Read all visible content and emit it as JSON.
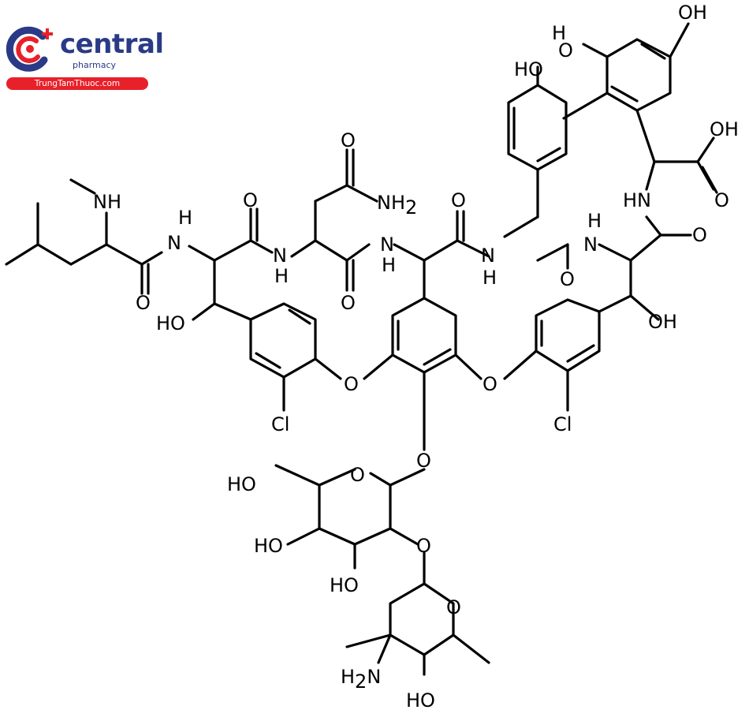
{
  "brand": {
    "name": "central",
    "tagline": "pharmacy",
    "site": "TrungTamThuoc.com",
    "colors": {
      "blue": "#2a3a86",
      "red": "#e8202a"
    }
  },
  "labels": {
    "oh_top": "OH",
    "oh_upper": "H\nO",
    "ho_phenol": "HO",
    "cooh_oh": "OH",
    "acid_o": "O",
    "nh_methyl": "NH",
    "amide_o": "O",
    "nh2": "NH2",
    "hn_right": "HN",
    "o_right": "O",
    "h1": "H",
    "n1": "N",
    "o1": "O",
    "o_asn": "O",
    "n_asn": "N",
    "h_asn": "H",
    "h_nh_mid": "N",
    "o_mid": "O",
    "nh_low": "N",
    "h_low": "H",
    "o_low": "O",
    "nh_right2": "N",
    "h_right2": "H",
    "oh_right": "OH",
    "o_leu": "O",
    "ho_left": "HO",
    "ether_o1": "O",
    "ether_o2": "O",
    "cl1": "Cl",
    "cl2": "Cl",
    "glyc_o": "O",
    "ring_o": "O",
    "ho_ch2": "HO",
    "ho_c4": "HO",
    "ho_c3": "HO",
    "o_link": "O",
    "o_vanc": "O",
    "nh2_vanc": "H2N",
    "oh_vanc": "HO"
  }
}
